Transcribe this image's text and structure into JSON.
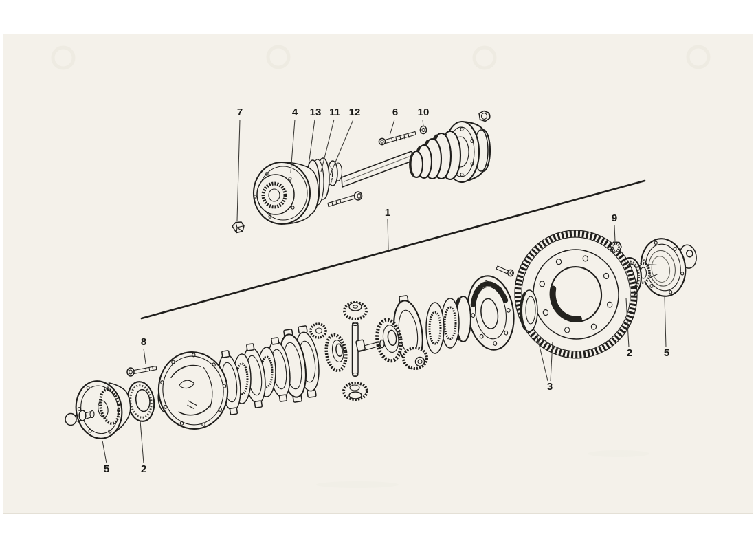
{
  "page": {
    "background": "#ffffff",
    "paper_color": "#f4f1ea",
    "ink_color": "#1f1e1c"
  },
  "diagram": {
    "type": "exploded-parts-drawing",
    "callouts": [
      {
        "id": "part-7",
        "label": "7"
      },
      {
        "id": "part-4",
        "label": "4"
      },
      {
        "id": "part-13",
        "label": "13"
      },
      {
        "id": "part-11",
        "label": "11"
      },
      {
        "id": "part-12",
        "label": "12"
      },
      {
        "id": "part-6",
        "label": "6"
      },
      {
        "id": "part-10",
        "label": "10"
      },
      {
        "id": "part-1",
        "label": "1"
      },
      {
        "id": "part-9",
        "label": "9"
      },
      {
        "id": "part-8",
        "label": "8"
      },
      {
        "id": "part-3",
        "label": "3"
      },
      {
        "id": "part-2-right",
        "label": "2"
      },
      {
        "id": "part-5-right",
        "label": "5"
      },
      {
        "id": "part-5-left",
        "label": "5"
      },
      {
        "id": "part-2-left",
        "label": "2"
      }
    ]
  }
}
